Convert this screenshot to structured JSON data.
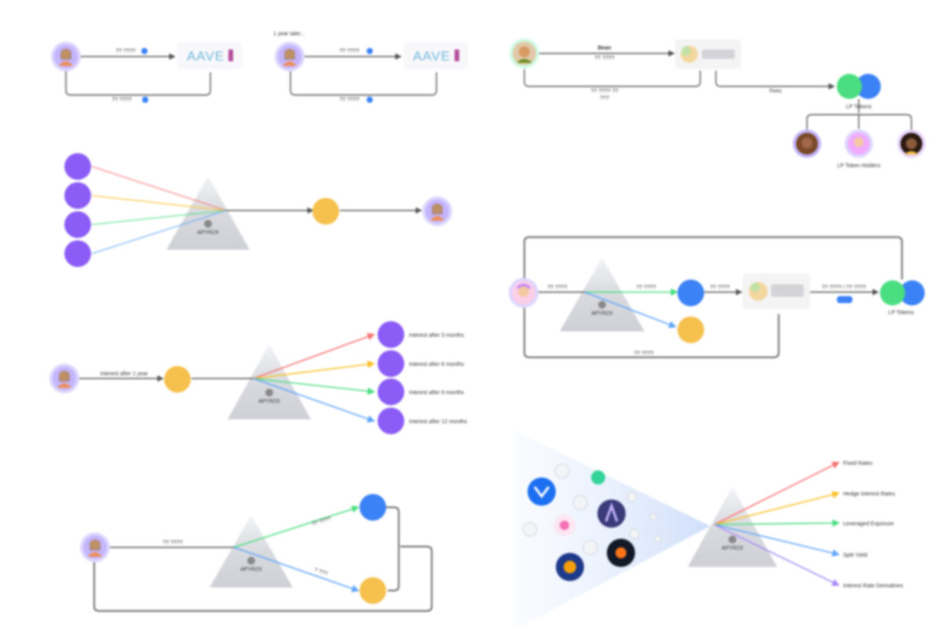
{
  "colors": {
    "pt_token": "#8b5cf6",
    "yt_token": "#f6c04d",
    "blue_token": "#3b82f6",
    "green_token": "#4ade80",
    "avatar_ring": "#c4b5fd",
    "red": "#f87171",
    "yellow": "#fbbf24",
    "green": "#4ade80",
    "blue": "#60a5fa",
    "purple": "#a78bfa"
  },
  "top_left_flow": {
    "label_top": "?? ????",
    "label_bottom": "?? ????",
    "logo_text": "AAVE"
  },
  "top_mid_flow": {
    "caption": "1 year later...",
    "label_top": "?? ????",
    "label_bottom": "?? ????",
    "logo_text": "AAVE"
  },
  "top_right_flow": {
    "label_top": "Bean",
    "label_top_sub": "?? ????",
    "label_return": "?? ???? ??",
    "label_return_sub": "???",
    "label_fees": "Fees",
    "lp_label": "LP Tokens",
    "holders_label": "LP Token Holders"
  },
  "mid_right_flow": {
    "label_in": "?? ????",
    "label_mid": "?? ????",
    "label_swap": "?? ????",
    "label_lp": "?? ???? / ?? ????",
    "label_bottom": "?? ????",
    "lp_label": "LP Tokens"
  },
  "bottom_left_flow": {
    "label_in": "?? ????",
    "label_pt": "?? ????",
    "label_yt": "? ???"
  },
  "yield_flow": {
    "label_in": "Interest after 1 year",
    "outputs": [
      "Interest after 3 months",
      "Interest after 6 months",
      "Interest after 9 months",
      "Interest after 12 months"
    ]
  },
  "prism_label": "APYR2X",
  "use_cases": [
    "Fixed Rates",
    "Hedge Interest Rates",
    "Leveraged Exposure",
    "Split Yield",
    "Interest Rate Derivatives"
  ]
}
